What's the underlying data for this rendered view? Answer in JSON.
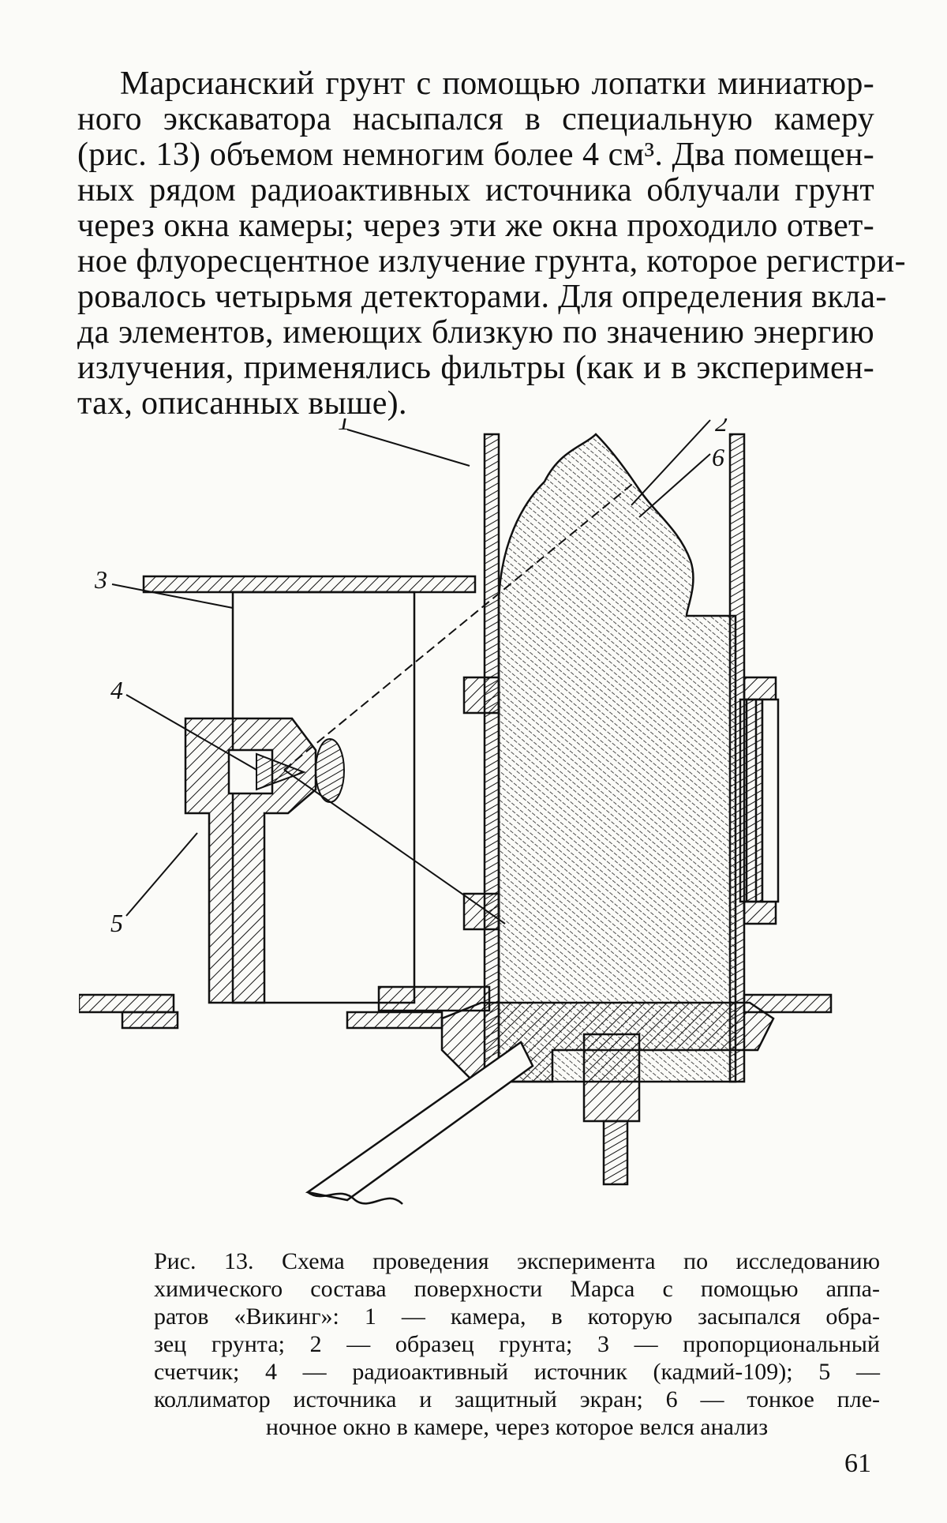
{
  "paragraph": {
    "lines": [
      "Марсианский грунт с помощью лопатки миниатюр-",
      "ного экскаватора насыпался в специальную камеру",
      "(рис. 13) объемом немногим более 4 см³. Два помещен-",
      "ных рядом радиоактивных источника облучали грунт",
      "через окна камеры; через эти же окна проходило ответ-",
      "ное флуоресцентное излучение грунта, которое регистри-",
      "ровалось четырьмя детекторами. Для определения вкла-",
      "да элементов, имеющих близкую по значению энергию",
      "излучения, применялись фильтры (как и в эксперимен-",
      "тах, описанных выше)."
    ]
  },
  "figure": {
    "labels": [
      "1",
      "2",
      "3",
      "4",
      "5",
      "6"
    ]
  },
  "caption": {
    "lines": [
      "Рис. 13. Схема проведения эксперимента по исследованию",
      "химического состава поверхности Марса с помощью аппа-",
      "ратов «Викинг»: 1 — камера, в которую засыпался обра-",
      "зец грунта; 2 — образец грунта; 3 — пропорциональный",
      "счетчик; 4 — радиоактивный источник (кадмий-109); 5 —",
      "коллиматор источника и защитный экран; 6 — тонкое пле-",
      "ночное окно в камере, через которое велся анализ"
    ]
  },
  "page_number": "61"
}
